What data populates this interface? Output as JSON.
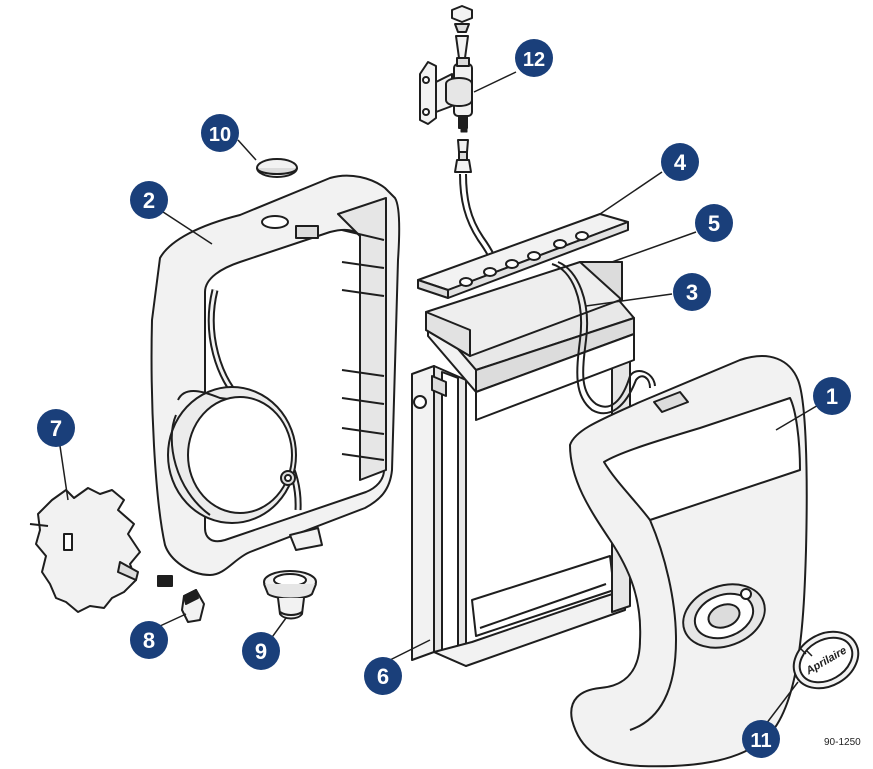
{
  "colors": {
    "callout_fill": "#1a3f7a",
    "callout_text": "#ffffff",
    "line": "#1e1e1e",
    "part_fill": "#f2f2f2",
    "part_shade": "#dcdcdc"
  },
  "callouts": [
    {
      "id": "1",
      "label": "1"
    },
    {
      "id": "2",
      "label": "2"
    },
    {
      "id": "3",
      "label": "3"
    },
    {
      "id": "4",
      "label": "4"
    },
    {
      "id": "5",
      "label": "5"
    },
    {
      "id": "6",
      "label": "6"
    },
    {
      "id": "7",
      "label": "7"
    },
    {
      "id": "8",
      "label": "8"
    },
    {
      "id": "9",
      "label": "9"
    },
    {
      "id": "10",
      "label": "10"
    },
    {
      "id": "11",
      "label": "11"
    },
    {
      "id": "12",
      "label": "12"
    }
  ],
  "logo_text": "Aprilaire",
  "document_number": "90-1250"
}
